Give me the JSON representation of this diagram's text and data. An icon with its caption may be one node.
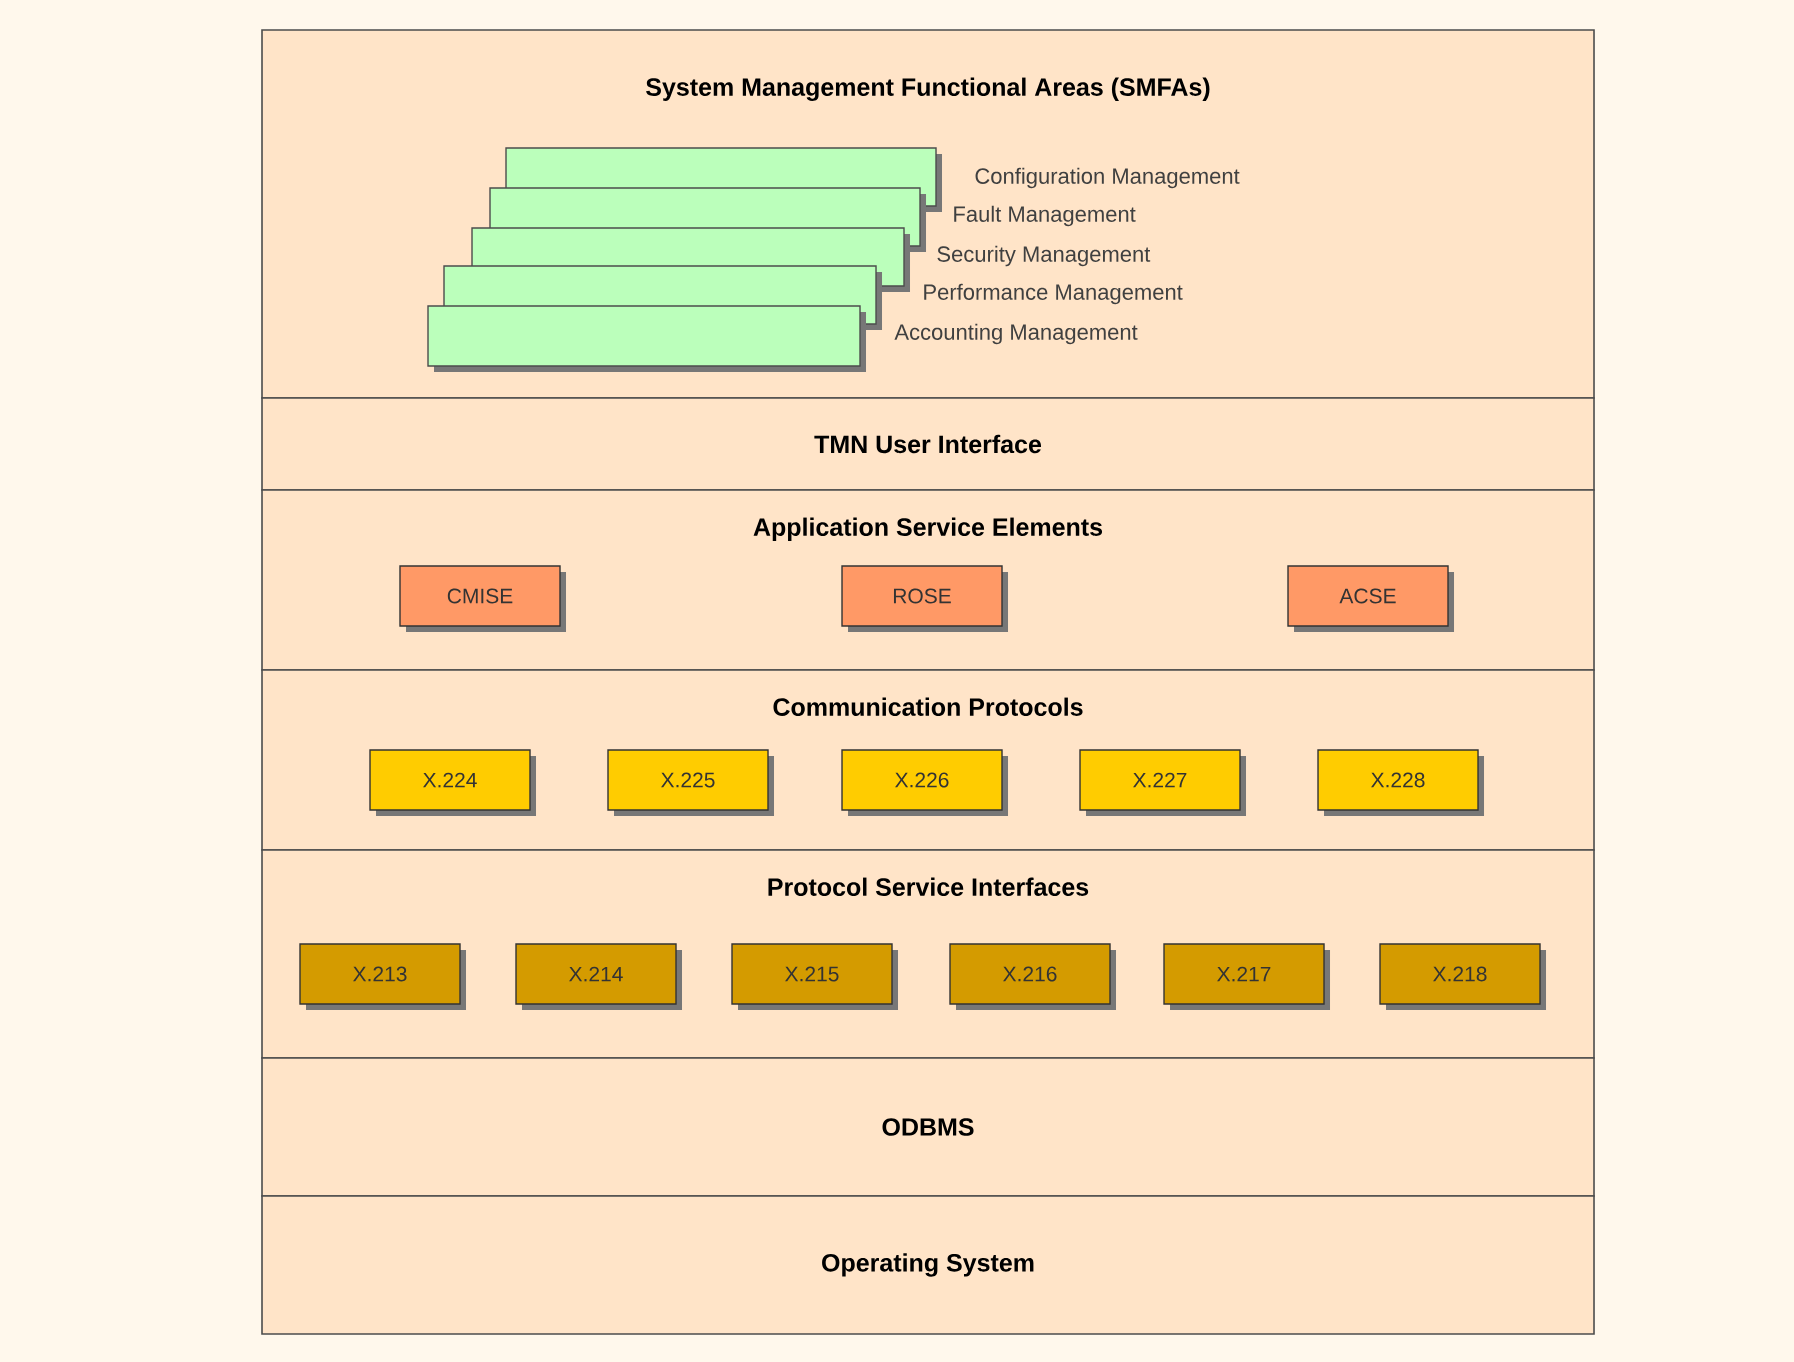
{
  "diagram": {
    "nodes": [
      {
        "text": [
          "System Management Functional Areas (SMFAs)"
        ]
      },
      {
        "text": [],
        "shape": "box",
        "in": 0
      },
      {
        "text": [],
        "shape": "box",
        "in": 0
      },
      {
        "text": [],
        "shape": "box",
        "in": 0
      },
      {
        "text": [],
        "shape": "box",
        "in": 0
      },
      {
        "text": [],
        "shape": "box",
        "in": 0
      },
      {
        "text": [
          "TMN User Interface"
        ]
      },
      {
        "text": [
          "Application Service Elements"
        ]
      },
      {
        "text": [
          "CMISE"
        ],
        "in": 7
      },
      {
        "text": [
          "ROSE"
        ],
        "in": 7
      },
      {
        "text": [
          "ACSE"
        ],
        "in": 7
      },
      {
        "text": [
          "Communication Protocols"
        ]
      },
      {
        "text": [
          "X.224"
        ],
        "in": 11
      },
      {
        "text": [
          "X.225"
        ],
        "in": 11
      },
      {
        "text": [
          "X.226"
        ],
        "in": 11
      },
      {
        "text": [
          "X.227"
        ],
        "in": 11
      },
      {
        "text": [
          "X.228"
        ],
        "in": 11
      },
      {
        "text": [
          "Protocol Service Interfaces"
        ]
      },
      {
        "text": [
          "X.213"
        ],
        "in": 17
      },
      {
        "text": [
          "X.214"
        ],
        "in": 17
      },
      {
        "text": [
          "X.215"
        ],
        "in": 17
      },
      {
        "text": [
          "X.216"
        ],
        "in": 17
      },
      {
        "text": [
          "X.217"
        ],
        "in": 17
      },
      {
        "text": [
          "X.218"
        ],
        "in": 17
      },
      {
        "text": [
          "ODBMS"
        ]
      },
      {
        "text": [
          "Operating System"
        ]
      }
    ],
    "labels": [
      "Configuration Management",
      "Fault Management",
      "Security Management",
      "Performance Management",
      "Accounting Management"
    ]
  }
}
